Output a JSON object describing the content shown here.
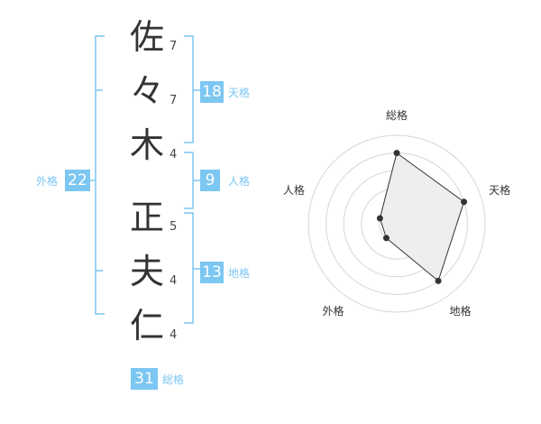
{
  "name_chars": [
    {
      "char": "佐",
      "strokes": "7"
    },
    {
      "char": "々",
      "strokes": "7"
    },
    {
      "char": "木",
      "strokes": "4"
    },
    {
      "char": "正",
      "strokes": "5"
    },
    {
      "char": "夫",
      "strokes": "4"
    },
    {
      "char": "仁",
      "strokes": "4"
    }
  ],
  "kaku": {
    "tenkaku": {
      "value": "18",
      "label": "天格"
    },
    "jinkaku": {
      "value": "9",
      "label": "人格"
    },
    "chikaku": {
      "value": "13",
      "label": "地格"
    },
    "gaikaku": {
      "value": "22",
      "label": "外格"
    },
    "soukaku": {
      "value": "31",
      "label": "総格"
    }
  },
  "colors": {
    "accent": "#7cc6f2",
    "text": "#333333",
    "radar_fill": "#eeeeee",
    "radar_line": "#333333"
  },
  "chart_data": {
    "type": "radar",
    "axes": [
      "総格",
      "天格",
      "地格",
      "外格",
      "人格"
    ],
    "max": 5,
    "values": [
      4,
      4,
      4,
      1,
      1
    ],
    "grid": true
  }
}
